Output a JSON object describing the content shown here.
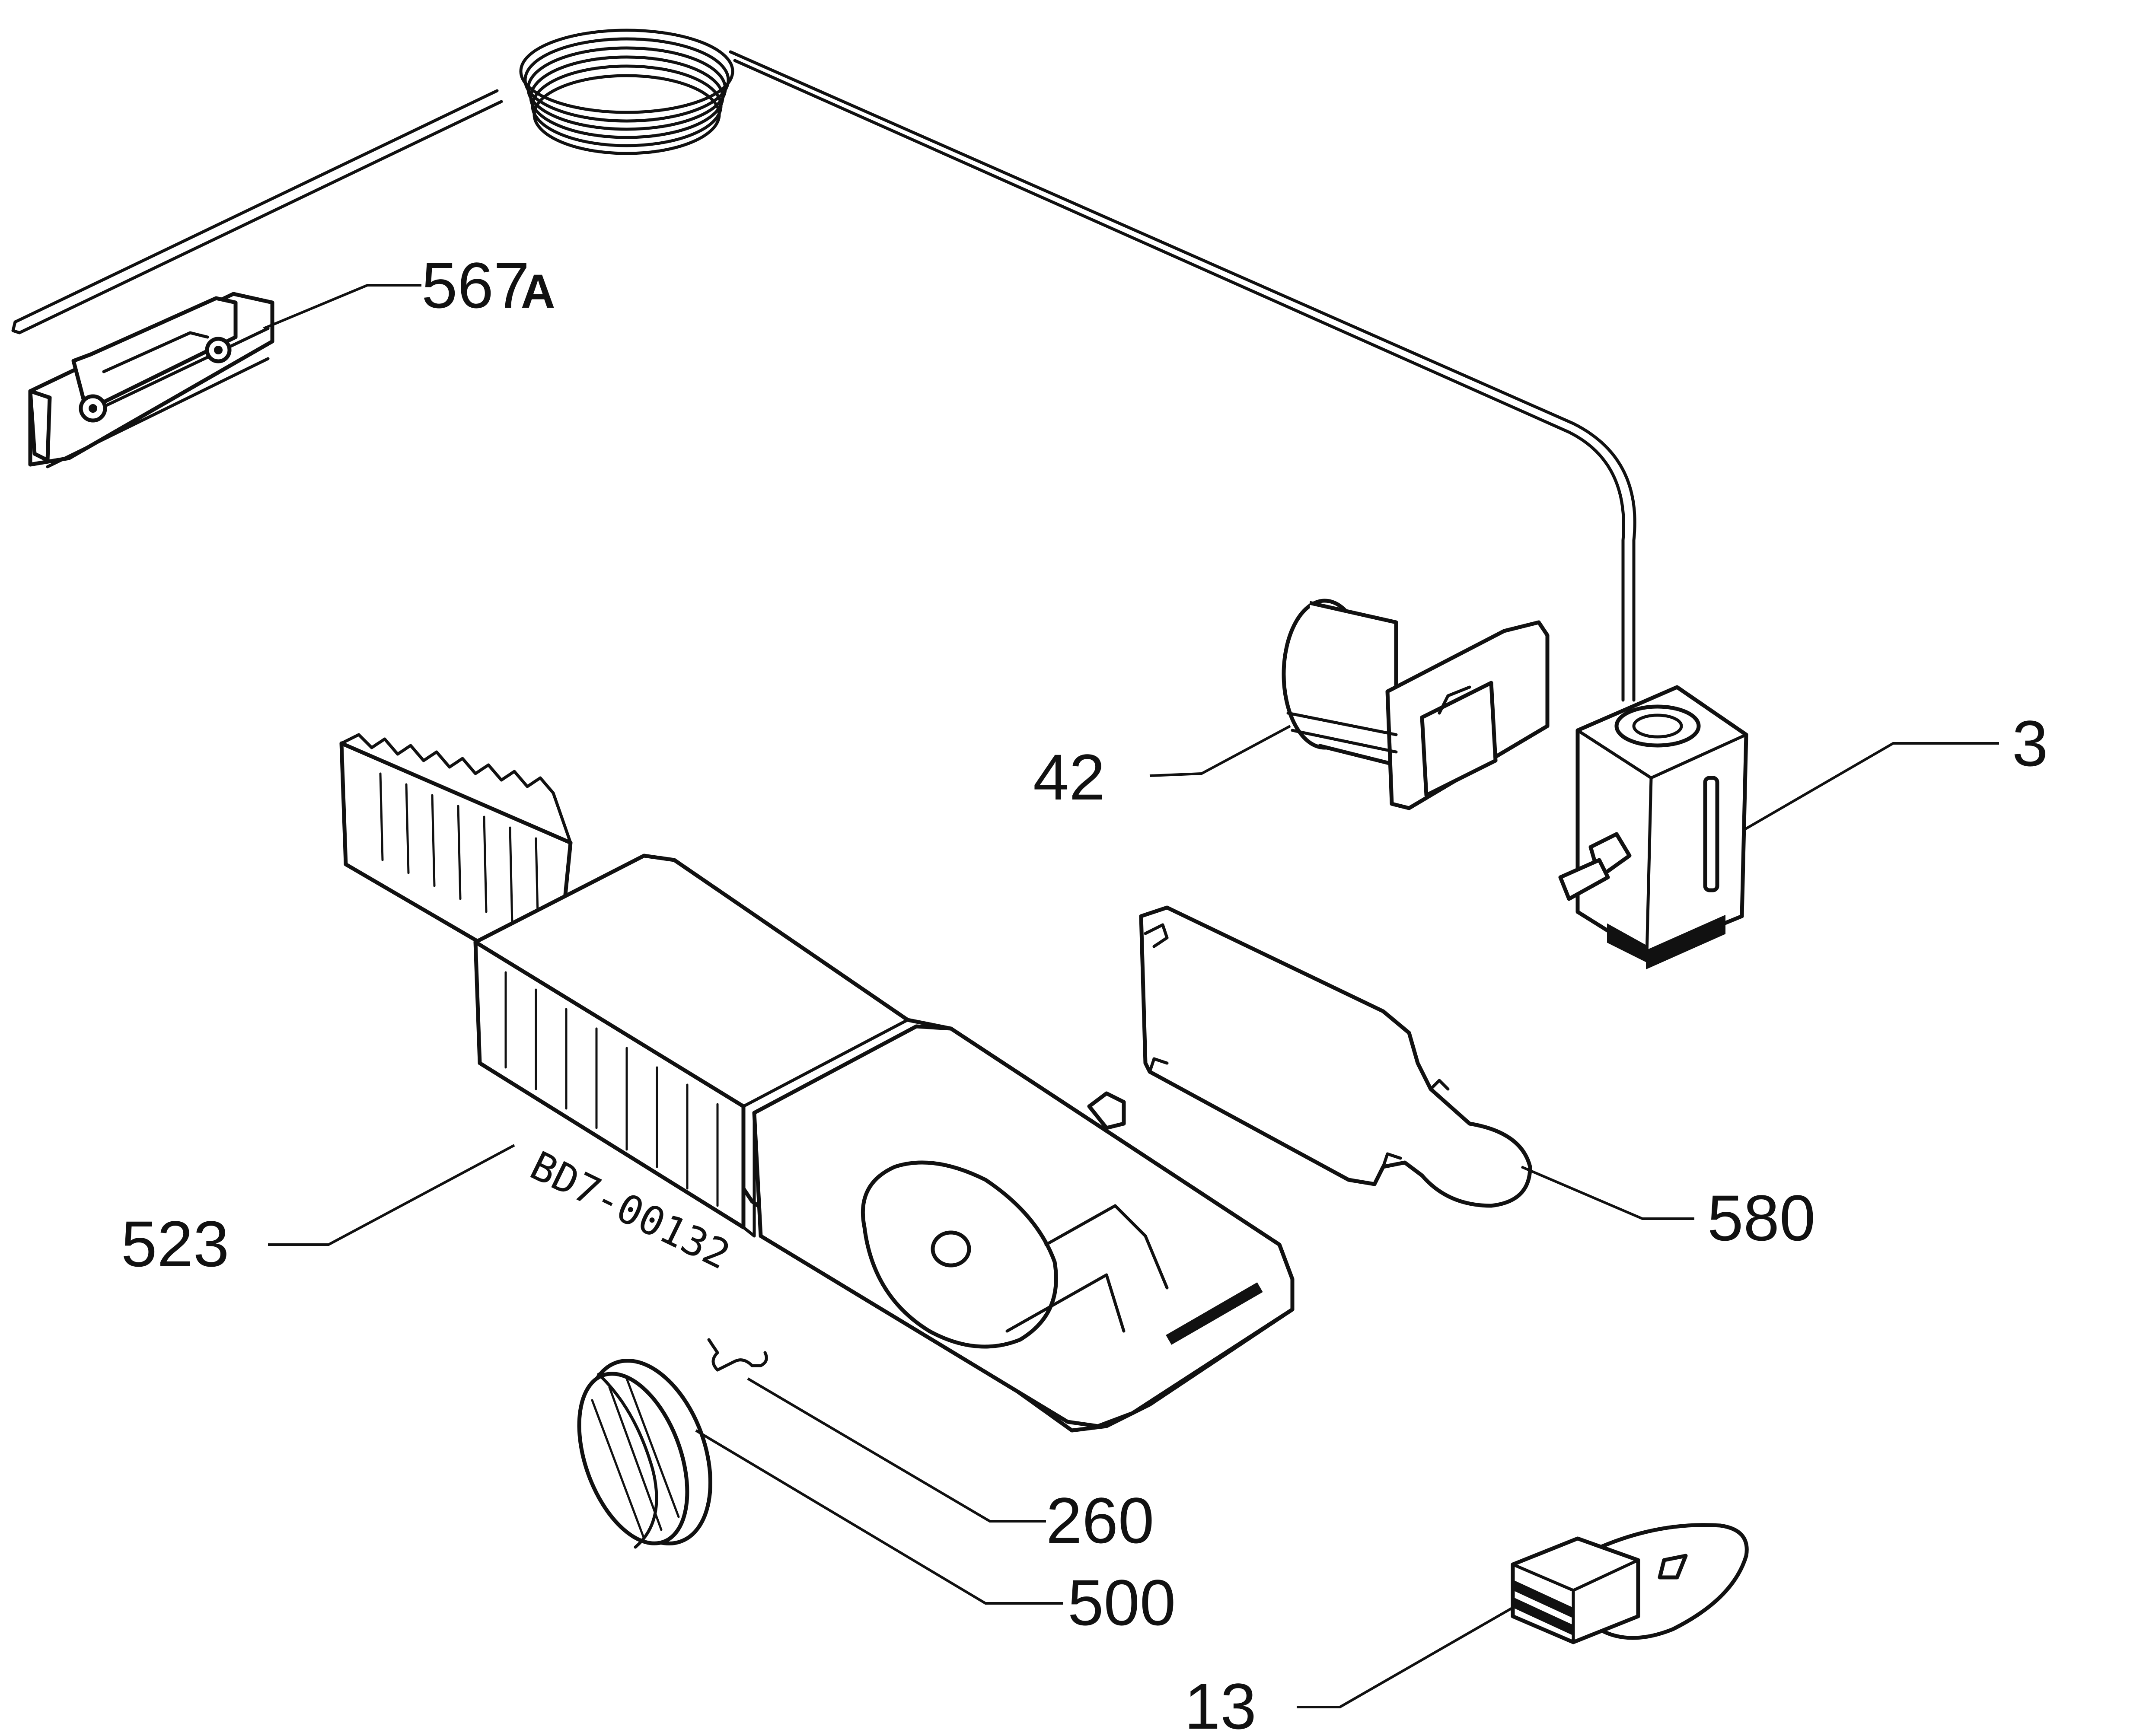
{
  "callouts": {
    "p567": {
      "num": "567",
      "suffix": "A"
    },
    "p42": "42",
    "p3": "3",
    "p523": "523",
    "p580": "580",
    "p260": "260",
    "p500": "500",
    "p13": "13"
  },
  "stamp": "BD7-00132"
}
